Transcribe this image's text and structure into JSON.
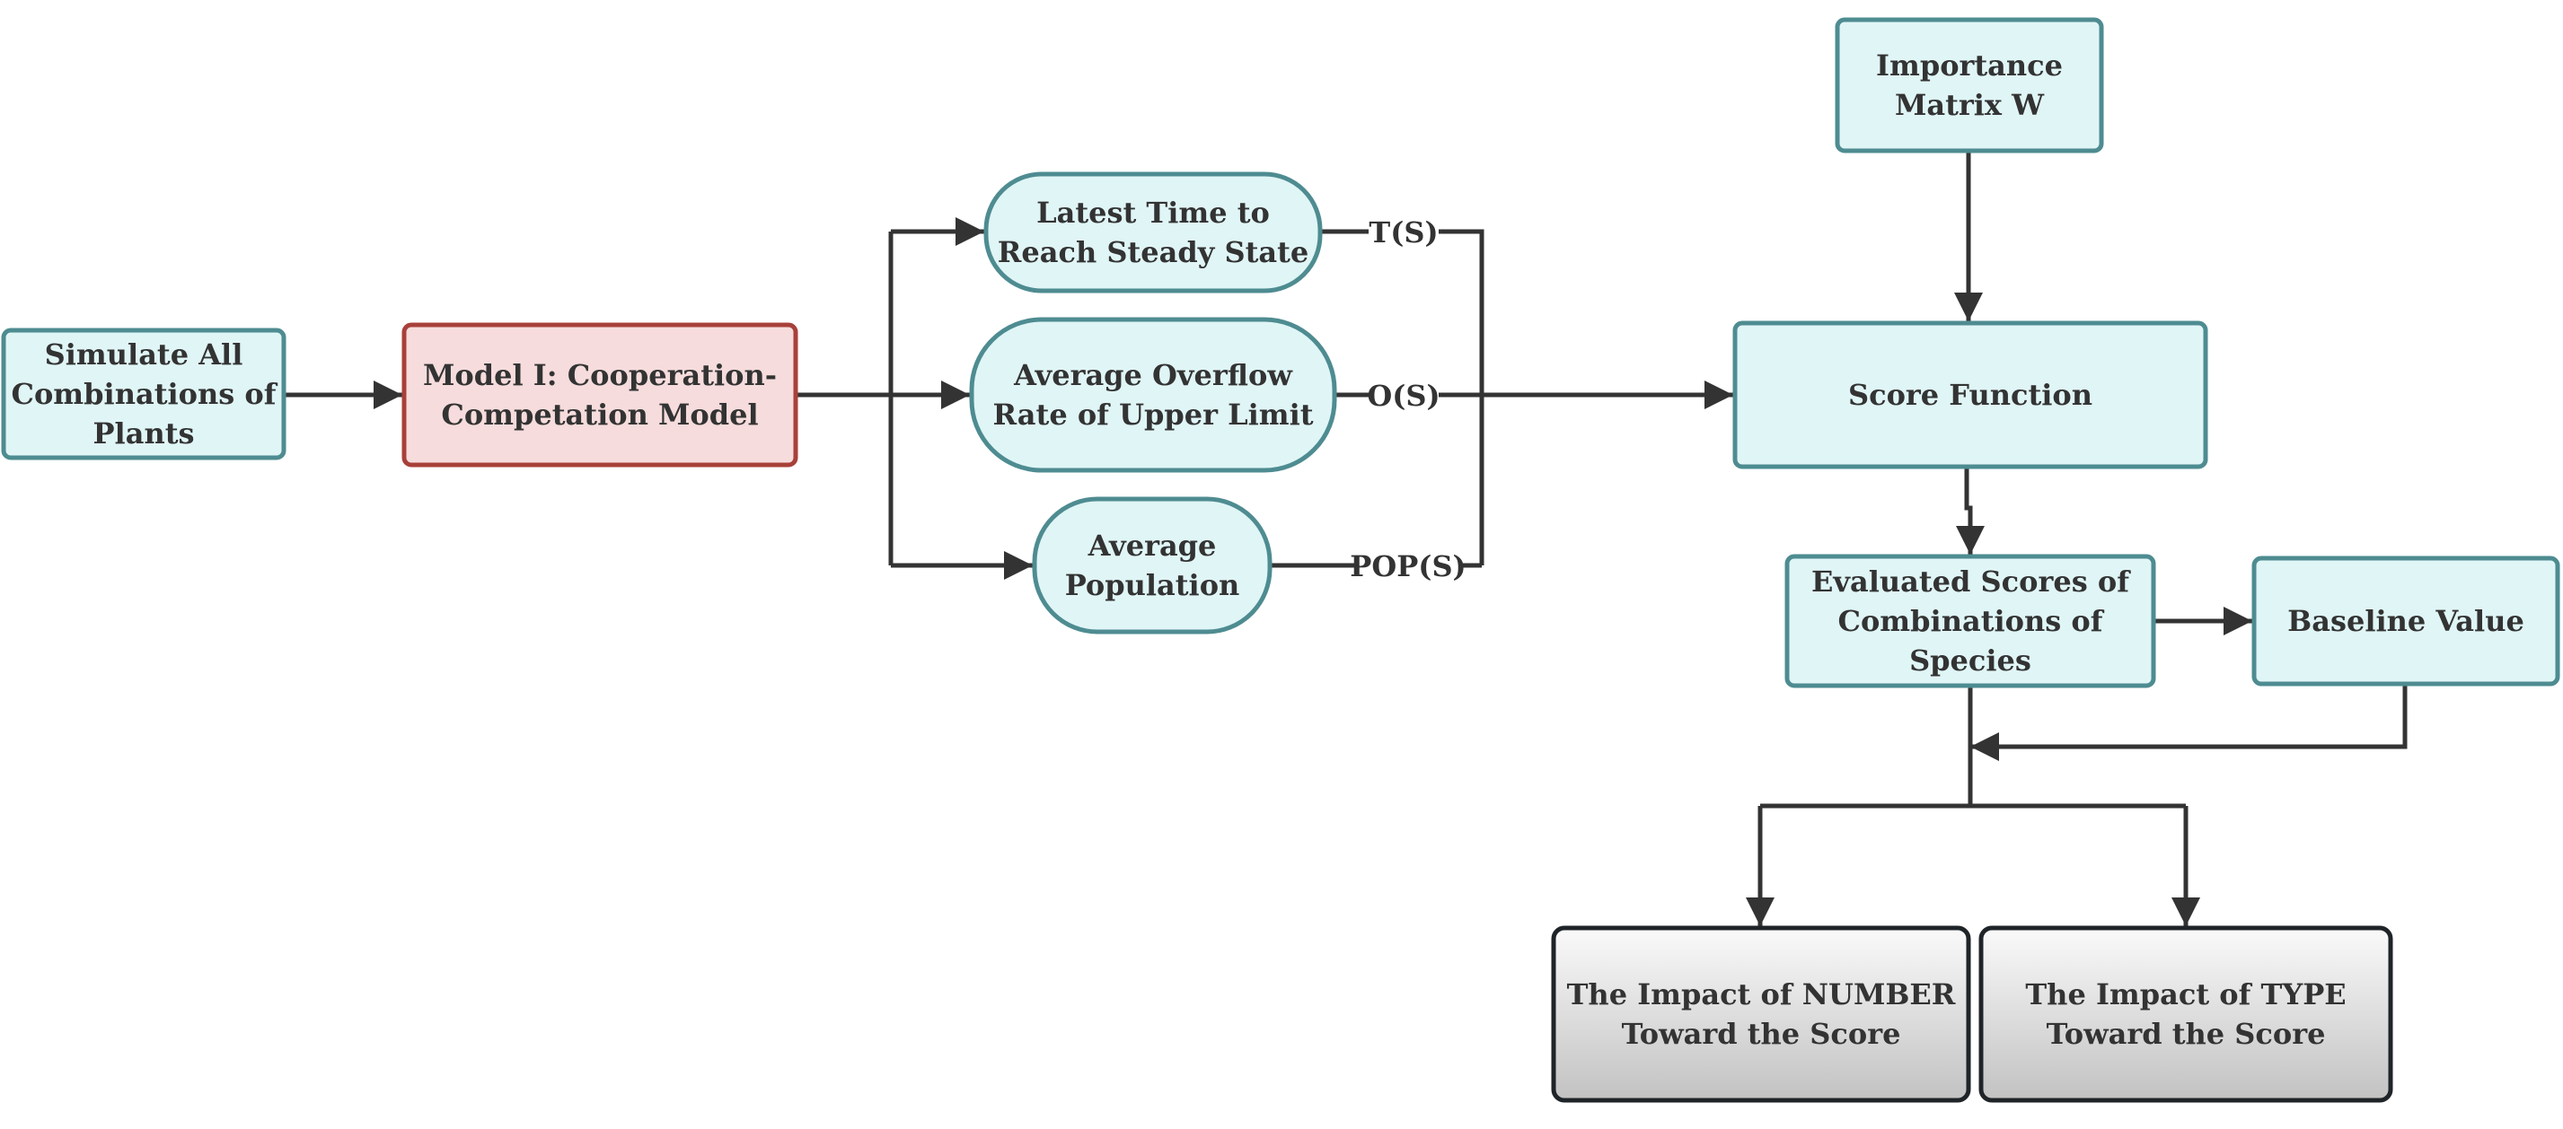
{
  "nodes": {
    "simulate": {
      "lines": [
        "Simulate All",
        "Combinations of",
        "Plants"
      ]
    },
    "model": {
      "lines": [
        "Model I: Cooperation-",
        "Competation Model"
      ]
    },
    "latest_time": {
      "lines": [
        "Latest Time to",
        "Reach Steady State"
      ]
    },
    "overflow": {
      "lines": [
        "Average Overflow",
        "Rate of Upper Limit"
      ]
    },
    "population": {
      "lines": [
        "Average",
        "Population"
      ]
    },
    "importance": {
      "lines": [
        "Importance",
        "Matrix W"
      ]
    },
    "score_function": {
      "lines": [
        "Score Function"
      ]
    },
    "evaluated": {
      "lines": [
        "Evaluated Scores of",
        "Combinations of",
        "Species"
      ]
    },
    "baseline": {
      "lines": [
        "Baseline Value"
      ]
    },
    "impact_number": {
      "lines": [
        "The Impact of NUMBER",
        "Toward the Score"
      ]
    },
    "impact_type": {
      "lines": [
        "The Impact of TYPE",
        "Toward the Score"
      ]
    }
  },
  "edge_labels": {
    "t": "T(S)",
    "o": "O(S)",
    "pop": "POP(S)"
  },
  "colors": {
    "teal_fill": "#e0f5f6",
    "teal_stroke": "#4e8c91",
    "red_fill": "#f6dcdc",
    "red_stroke": "#a8403a",
    "gray_stroke": "#1f2428",
    "line": "#333333"
  }
}
